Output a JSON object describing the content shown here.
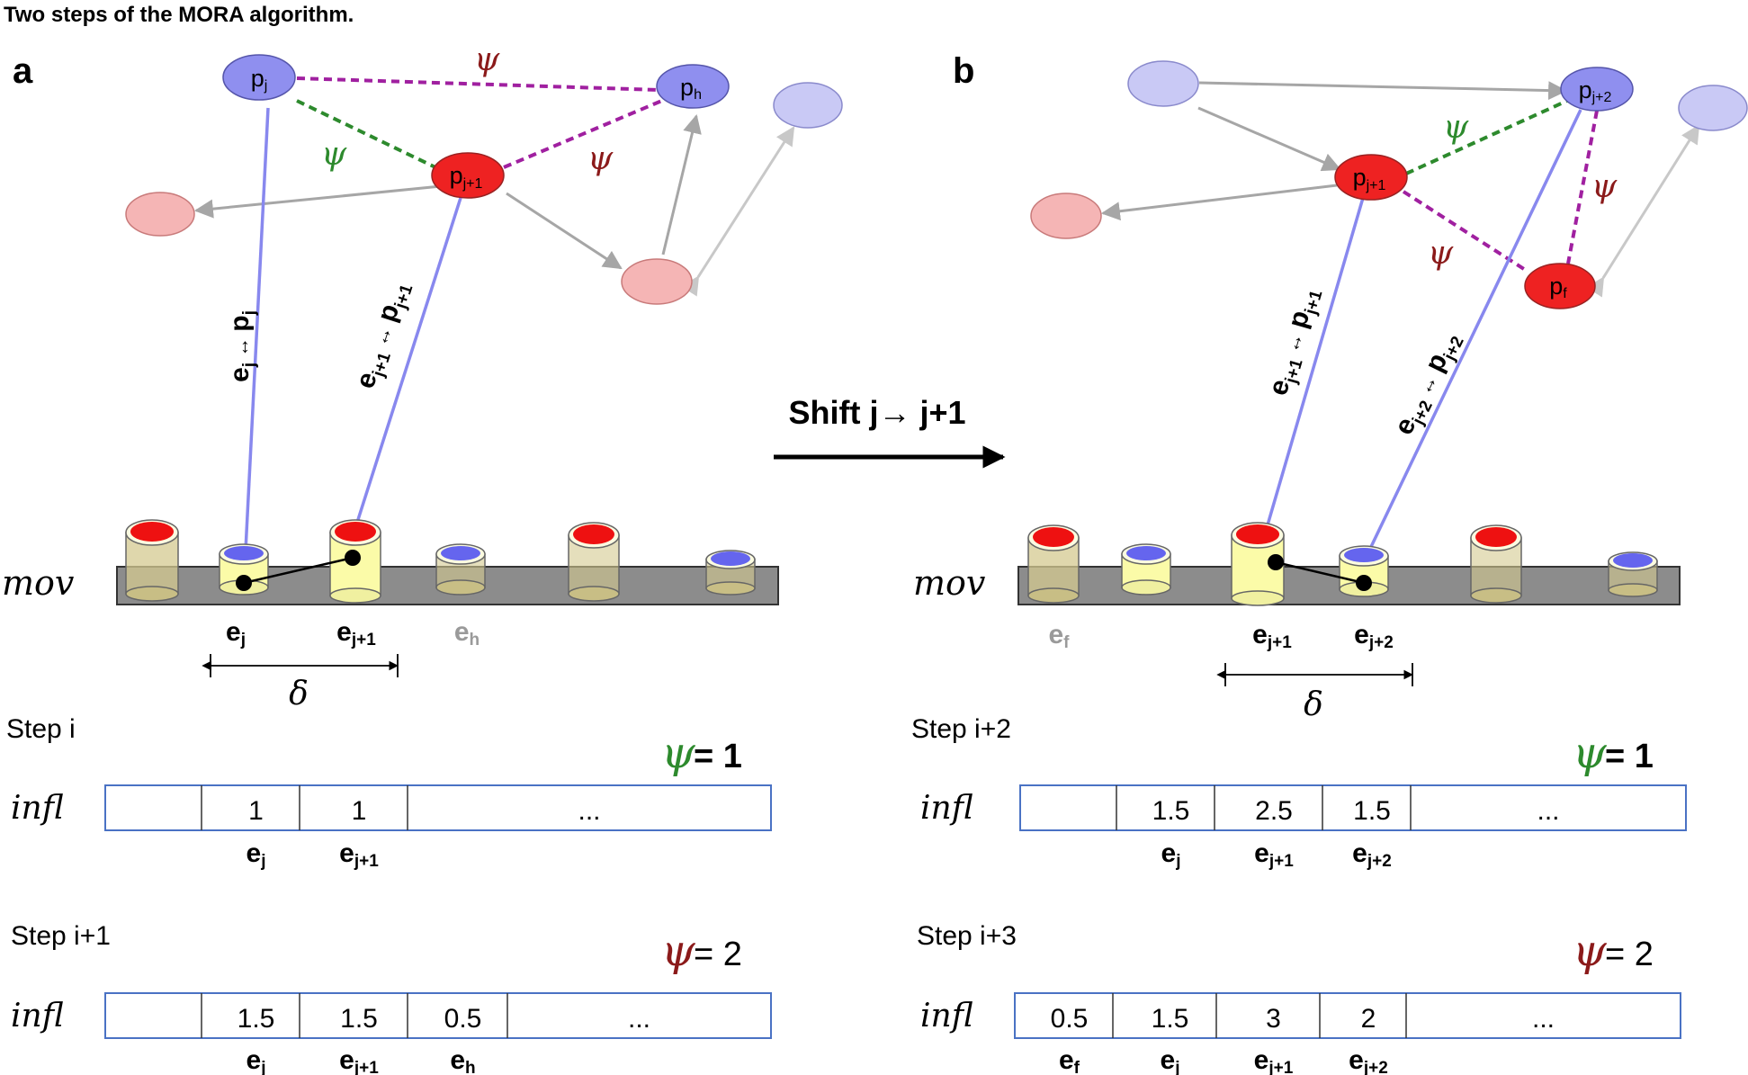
{
  "title": "Two steps of the MORA algorithm.",
  "panel_labels": {
    "a": "a",
    "b": "b"
  },
  "shift": {
    "label": "Shift j→ j+1"
  },
  "symbols": {
    "psi": "ψ",
    "delta": "δ",
    "mov": "mov",
    "infl": "infl",
    "arrow": "↔"
  },
  "colors": {
    "purple_node": "#8f8fef",
    "light_purple_node": "#c9c9f5",
    "red_node": "#ee2222",
    "pink_node": "#f5b5b5",
    "psi_green": "#2d8a2d",
    "psi_purple": "#a020a0",
    "psi_label_red": "#8b1a1a",
    "link_blue": "#8888ee",
    "box_border": "#4a72c4"
  },
  "panel_a": {
    "nodes": {
      "pj": {
        "base": "p",
        "sub": "j"
      },
      "ph": {
        "base": "p",
        "sub": "h"
      },
      "pj1": {
        "base": "p",
        "sub": "j+1"
      }
    },
    "link_labels": {
      "left": {
        "e": "e",
        "esub": "j",
        "p": "p",
        "psub": "j"
      },
      "right": {
        "e": "e",
        "esub": "j+1",
        "p": "p",
        "psub": "j+1"
      }
    },
    "events": [
      {
        "base": "e",
        "sub": "j",
        "muted": false
      },
      {
        "base": "e",
        "sub": "j+1",
        "muted": false
      },
      {
        "base": "e",
        "sub": "h",
        "muted": true
      }
    ]
  },
  "panel_b": {
    "nodes": {
      "pj2": {
        "base": "p",
        "sub": "j+2"
      },
      "pj1": {
        "base": "p",
        "sub": "j+1"
      },
      "pf": {
        "base": "p",
        "sub": "f"
      }
    },
    "link_labels": {
      "left": {
        "e": "e",
        "esub": "j+1",
        "p": "p",
        "psub": "j+1"
      },
      "right": {
        "e": "e",
        "esub": "j+2",
        "p": "p",
        "psub": "j+2"
      }
    },
    "events": [
      {
        "base": "e",
        "sub": "f",
        "muted": true
      },
      {
        "base": "e",
        "sub": "j+1",
        "muted": false
      },
      {
        "base": "e",
        "sub": "j+2",
        "muted": false
      }
    ]
  },
  "tables": [
    {
      "step": "Step i",
      "psi_value": "= 1",
      "psi_bold": true,
      "psi_color": "green",
      "cells": [
        "",
        "1",
        "1",
        "..."
      ],
      "labels": [
        {
          "base": "e",
          "sub": "j"
        },
        {
          "base": "e",
          "sub": "j+1"
        }
      ]
    },
    {
      "step": "Step i+1",
      "psi_value": "= 2",
      "psi_bold": false,
      "psi_color": "red",
      "cells": [
        "",
        "1.5",
        "1.5",
        "0.5",
        "..."
      ],
      "labels": [
        {
          "base": "e",
          "sub": "j"
        },
        {
          "base": "e",
          "sub": "j+1"
        },
        {
          "base": "e",
          "sub": "h"
        }
      ]
    },
    {
      "step": "Step i+2",
      "psi_value": "= 1",
      "psi_bold": true,
      "psi_color": "green",
      "cells": [
        "",
        "1.5",
        "2.5",
        "1.5",
        "..."
      ],
      "labels": [
        {
          "base": "e",
          "sub": "j"
        },
        {
          "base": "e",
          "sub": "j+1"
        },
        {
          "base": "e",
          "sub": "j+2"
        }
      ]
    },
    {
      "step": "Step i+3",
      "psi_value": "= 2",
      "psi_bold": false,
      "psi_color": "red",
      "cells": [
        "0.5",
        "1.5",
        "3",
        "2",
        "..."
      ],
      "labels": [
        {
          "base": "e",
          "sub": "f"
        },
        {
          "base": "e",
          "sub": "j"
        },
        {
          "base": "e",
          "sub": "j+1"
        },
        {
          "base": "e",
          "sub": "j+2"
        }
      ]
    }
  ]
}
